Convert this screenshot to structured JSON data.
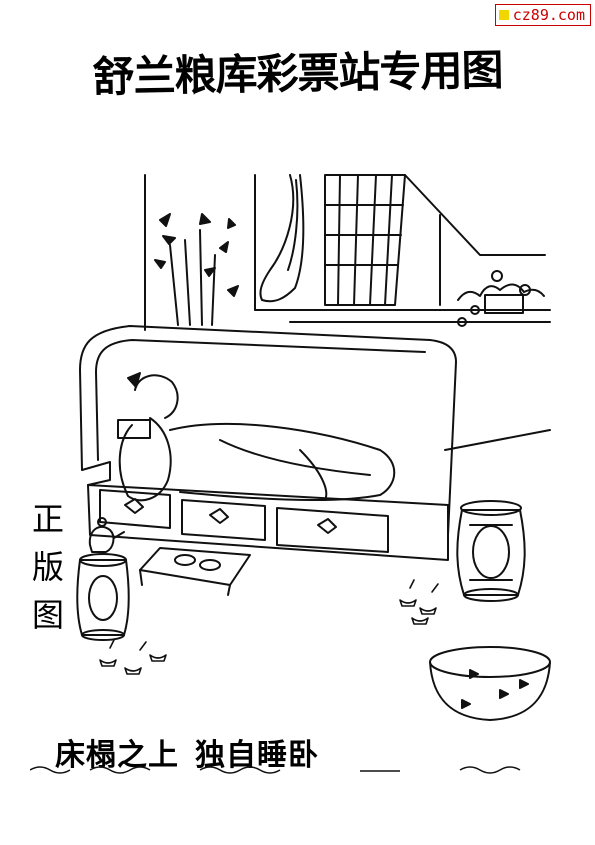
{
  "site_badge": {
    "text": "cz89.com",
    "accent": "#cc0000",
    "dot_color": "#f2d600"
  },
  "title": "舒兰粮库彩票站专用图",
  "side_label": [
    "正",
    "版",
    "图"
  ],
  "caption": {
    "part1": "床榻之上",
    "part2": "独自睡卧"
  },
  "illustration": {
    "subject": "line-drawing-of-person-sleeping-on-daybed",
    "icons": [
      "bamboo-icon",
      "curtain-icon",
      "lattice-window-icon",
      "flower-pot-icon",
      "teapot-icon",
      "drum-stool-icon",
      "shoes-icon",
      "fish-bowl-icon",
      "ingot-icon"
    ]
  }
}
